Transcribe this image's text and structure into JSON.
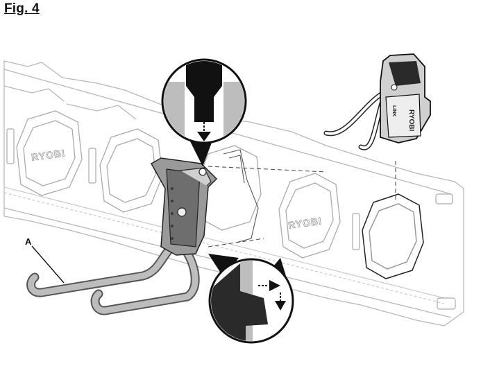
{
  "figure": {
    "title": "Fig. 4"
  },
  "callouts": {
    "hook_label": "A"
  },
  "branding": {
    "logo_text": "RYOBI",
    "small_logo_text": "LINK"
  },
  "colors": {
    "line": "#222222",
    "light_gray": "#bbbbbb",
    "mid_gray": "#888888",
    "dark": "#2a2a2a",
    "background": "#ffffff"
  }
}
